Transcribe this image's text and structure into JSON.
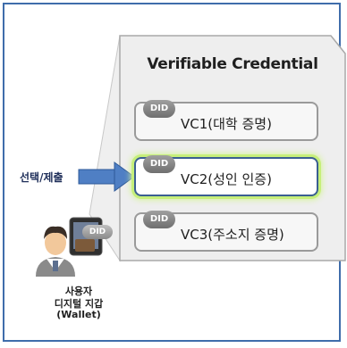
{
  "diagram": {
    "title": "Verifiable Credential",
    "credentials": [
      {
        "badge": "DID",
        "label": "VC1(대학 증명)",
        "selected": false
      },
      {
        "badge": "DID",
        "label": "VC2(성인 인증)",
        "selected": true
      },
      {
        "badge": "DID",
        "label": "VC3(주소지 증명)",
        "selected": false
      }
    ],
    "action_label": "선택/제출",
    "wallet_badge": "DID",
    "user_label_line1": "사용자",
    "user_label_line2": "디지털 지갑",
    "user_label_line3": "(Wallet)",
    "colors": {
      "frame_border": "#3f6dab",
      "panel_fill": "#f0f0f0",
      "arrow_fill": "#4f7fc4",
      "selected_border": "#3a5f91",
      "selected_glow": "#c6ef7a"
    },
    "icons": [
      "user-icon",
      "wallet-phone-icon",
      "arrow-right-icon"
    ]
  }
}
